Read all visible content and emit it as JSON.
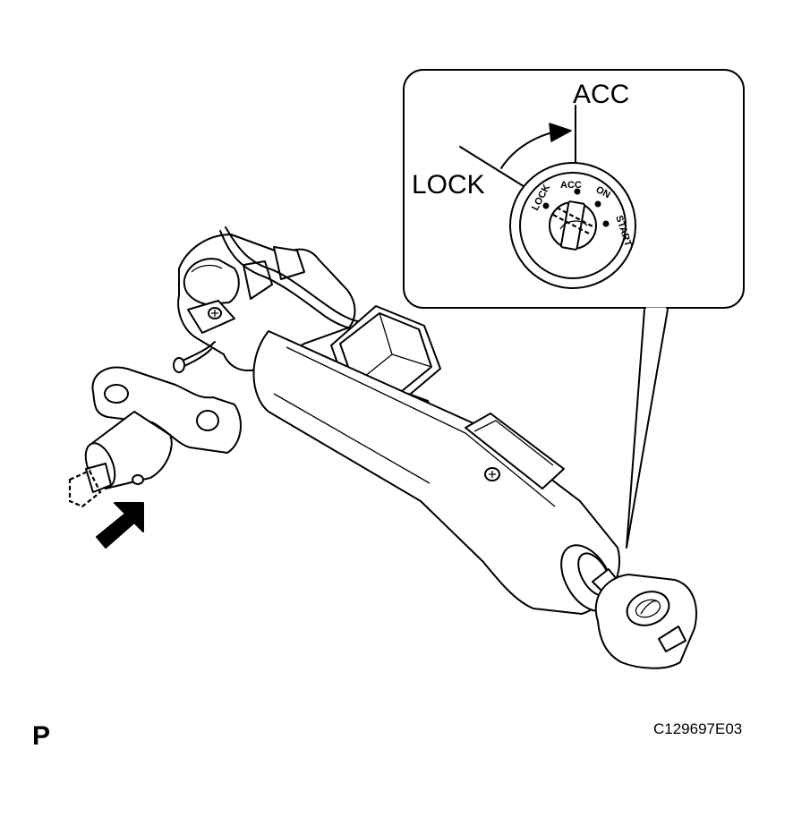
{
  "inset": {
    "acc_label": "ACC",
    "lock_label": "LOCK",
    "dial_positions": [
      "LOCK",
      "ACC",
      "ON",
      "START"
    ]
  },
  "footer": {
    "page_letter": "P",
    "figure_code": "C129697E03"
  },
  "colors": {
    "ink": "#000000",
    "paper": "#ffffff"
  }
}
